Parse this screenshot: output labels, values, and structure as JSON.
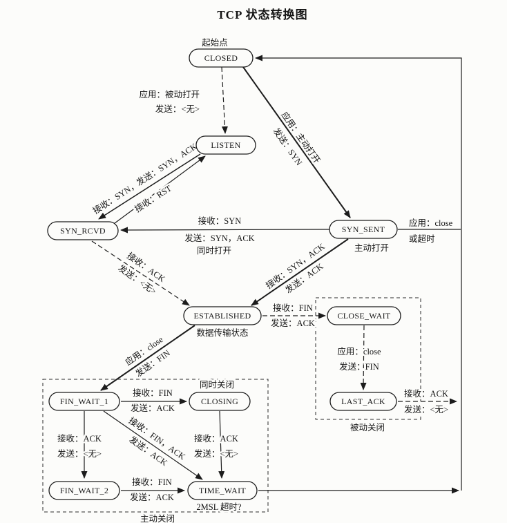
{
  "title": "TCP 状态转换图",
  "colors": {
    "ink": "#1c1c1c",
    "background": "#fcfcfa"
  },
  "nodes": {
    "closed": "CLOSED",
    "listen": "LISTEN",
    "syn_rcvd": "SYN_RCVD",
    "syn_sent": "SYN_SENT",
    "established": "ESTABLISHED",
    "close_wait": "CLOSE_WAIT",
    "last_ack": "LAST_ACK",
    "fin_wait_1": "FIN_WAIT_1",
    "closing": "CLOSING",
    "fin_wait_2": "FIN_WAIT_2",
    "time_wait": "TIME_WAIT"
  },
  "notes": {
    "start_point": "起始点",
    "active_open": "主动打开",
    "data_transfer": "数据传输状态",
    "simultaneous_open": "同时打开",
    "simultaneous_close": "同时关闭",
    "msl_timeout": "2MSL 超时?",
    "active_close": "主动关闭",
    "passive_close": "被动关闭"
  },
  "edges": {
    "closed_to_listen": [
      "应用：被动打开",
      "发送：<无>"
    ],
    "closed_to_syn_sent": [
      "应用：主动打开",
      "发送：SYN"
    ],
    "listen_to_syn_rcvd": [
      "接收：SYN，发送：SYN，ACK"
    ],
    "syn_rcvd_to_listen": [
      "接收：RST"
    ],
    "syn_sent_to_syn_rcvd": [
      "接收：SYN",
      "发送：SYN，ACK"
    ],
    "syn_sent_to_closed": [
      "应用：close",
      "或超时"
    ],
    "syn_rcvd_to_established": [
      "接收：ACK",
      "发送：<无>"
    ],
    "syn_sent_to_established": [
      "接收：SYN，ACK",
      "发送：ACK"
    ],
    "established_to_close_wait": [
      "接收：FIN",
      "发送：ACK"
    ],
    "close_wait_to_last_ack": [
      "应用：close",
      "发送：FIN"
    ],
    "last_ack_to_closed": [
      "接收：ACK",
      "发送：<无>"
    ],
    "established_to_fin_wait_1": [
      "应用：close",
      "发送：FIN"
    ],
    "fin_wait_1_to_closing": [
      "接收：FIN",
      "发送：ACK"
    ],
    "fin_wait_1_to_fin_wait_2": [
      "接收：ACK",
      "发送：<无>"
    ],
    "fin_wait_1_to_time_wait": [
      "接收：FIN，ACK",
      "发送：ACK"
    ],
    "closing_to_time_wait": [
      "接收：ACK",
      "发送：<无>"
    ],
    "fin_wait_2_to_time_wait": [
      "接收：FIN",
      "发送：ACK"
    ]
  }
}
